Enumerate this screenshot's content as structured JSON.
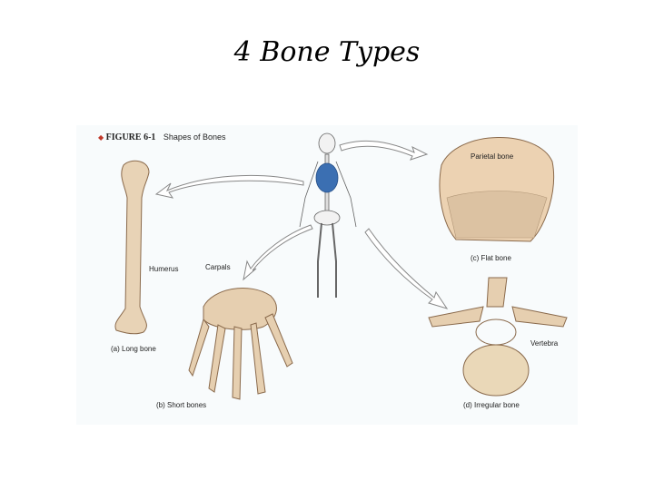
{
  "slide": {
    "title": "4 Bone Types"
  },
  "figure": {
    "number": "FIGURE 6-1",
    "title": "Shapes of Bones",
    "labels": {
      "humerus": "Humerus",
      "carpals": "Carpals",
      "parietal": "Parietal bone",
      "vertebra": "Vertebra",
      "long": "(a) Long bone",
      "short": "(b) Short bones",
      "flat": "(c) Flat bone",
      "irregular": "(d) Irregular bone"
    }
  },
  "colors": {
    "bone": "#e8d3b6",
    "bone_shade": "#b99a78",
    "lungs": "#3b6fb2",
    "background": "#f8fbfc"
  }
}
